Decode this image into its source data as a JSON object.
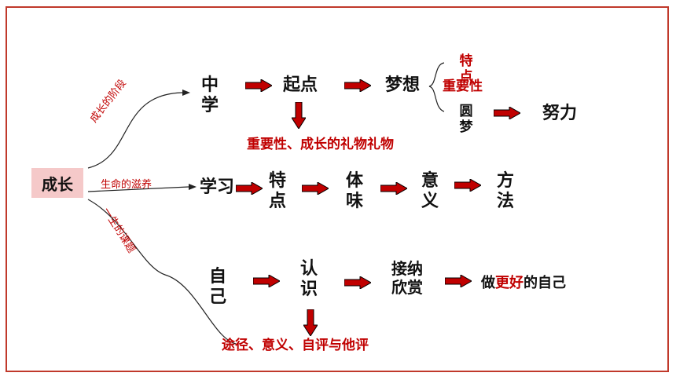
{
  "root": "成长",
  "branches": {
    "top": "成长的阶段",
    "middle": "生命的滋养",
    "bottom": "一生的课题"
  },
  "row1": {
    "n1": "中学",
    "n2": "起点",
    "n3": "梦想",
    "n3_up": "特点",
    "n3_up_note": "重要性",
    "n3_down": "圆梦",
    "n4": "努力",
    "note": "重要性、成长的礼物礼物"
  },
  "row2": {
    "n1": "学习",
    "n2": "特点",
    "n3": "体味",
    "n4": "意义",
    "n5": "方法"
  },
  "row3": {
    "n1": "自己",
    "n2": "认识",
    "n3": "接纳欣赏",
    "n4_pre": "做",
    "n4_mid": "更好",
    "n4_post": "的自己",
    "note": "途径、意义、自评与他评"
  },
  "colors": {
    "frame": "#c0392b",
    "arrow": "#c00000",
    "accent_text": "#c00000",
    "root_bg": "#f5c9c9"
  }
}
